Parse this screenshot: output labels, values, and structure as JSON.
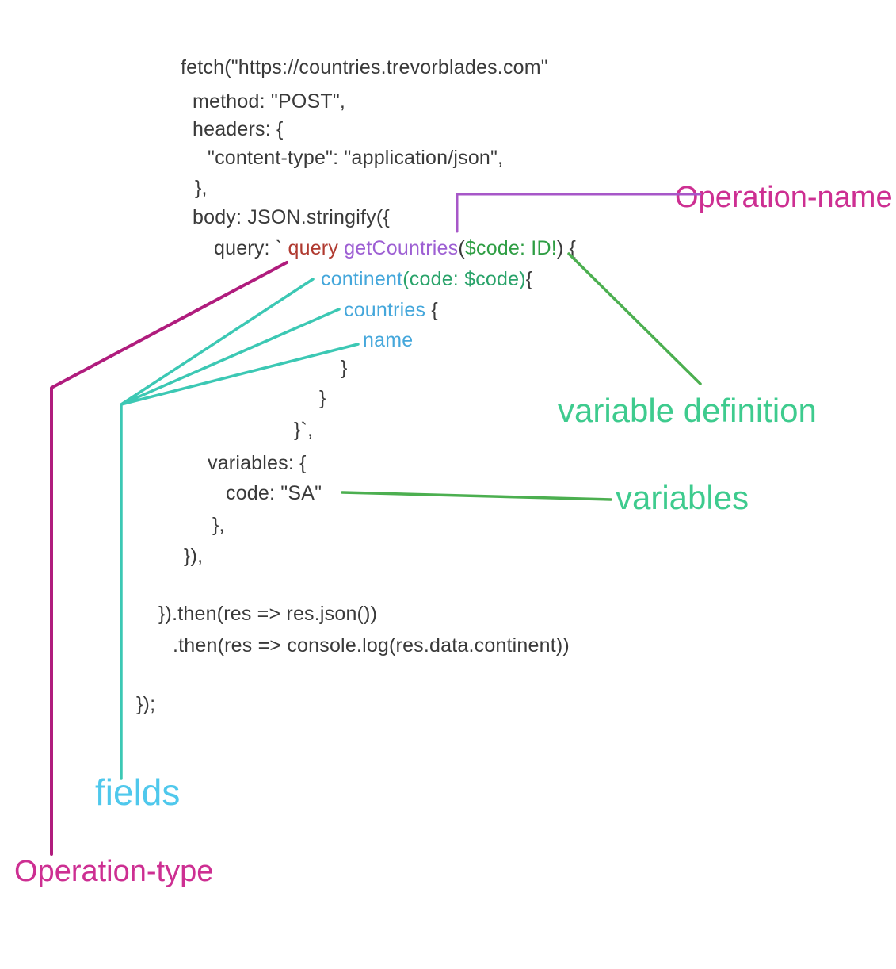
{
  "palette": {
    "code": "#3a3a3a",
    "keyword": "#b03a30",
    "opname": "#9d5fd3",
    "vardef": "#2f9e44",
    "argument": "#2aa36a",
    "field": "#45a7db",
    "label_magenta": "#cd2f92",
    "label_green": "#3ecb8e",
    "label_cyan": "#4fc8ec",
    "line_magenta": "#b01c7d",
    "line_teal": "#3cc8b4",
    "line_purple": "#a757c8",
    "line_green": "#4caf50"
  },
  "code": {
    "lines": [
      {
        "segments": [
          {
            "text": "fetch(\"https://countries.trevorblades.com\"",
            "color": "code"
          }
        ]
      },
      {
        "segments": [
          {
            "text": "method: \"POST\",",
            "color": "code"
          }
        ]
      },
      {
        "segments": [
          {
            "text": "headers: {",
            "color": "code"
          }
        ]
      },
      {
        "segments": [
          {
            "text": "\"content-type\": \"application/json\",",
            "color": "code"
          }
        ]
      },
      {
        "segments": [
          {
            "text": "},",
            "color": "code"
          }
        ]
      },
      {
        "segments": [
          {
            "text": "body: JSON.stringify({",
            "color": "code"
          }
        ]
      },
      {
        "segments": [
          {
            "text": "query: ` ",
            "color": "code"
          },
          {
            "text": "query",
            "color": "keyword"
          },
          {
            "text": " ",
            "color": "code"
          },
          {
            "text": "getCountries",
            "color": "opname"
          },
          {
            "text": "(",
            "color": "code"
          },
          {
            "text": "$code: ID!",
            "color": "vardef"
          },
          {
            "text": ") {",
            "color": "code"
          }
        ]
      },
      {
        "segments": [
          {
            "text": "continent",
            "color": "field"
          },
          {
            "text": "(code: $code)",
            "color": "argument"
          },
          {
            "text": "{",
            "color": "code"
          }
        ]
      },
      {
        "segments": [
          {
            "text": "countries ",
            "color": "field"
          },
          {
            "text": "{",
            "color": "code"
          }
        ]
      },
      {
        "segments": [
          {
            "text": "name",
            "color": "field"
          }
        ]
      },
      {
        "segments": [
          {
            "text": "}",
            "color": "code"
          }
        ]
      },
      {
        "segments": [
          {
            "text": "}",
            "color": "code"
          }
        ]
      },
      {
        "segments": [
          {
            "text": "}`,",
            "color": "code"
          }
        ]
      },
      {
        "segments": [
          {
            "text": "variables: {",
            "color": "code"
          }
        ]
      },
      {
        "segments": [
          {
            "text": "code: \"SA\"",
            "color": "code"
          }
        ]
      },
      {
        "segments": [
          {
            "text": "},",
            "color": "code"
          }
        ]
      },
      {
        "segments": [
          {
            "text": "}),",
            "color": "code"
          }
        ]
      },
      {
        "segments": [
          {
            "text": "}).then(res => res.json())",
            "color": "code"
          }
        ]
      },
      {
        "segments": [
          {
            "text": ".then(res => console.log(res.data.continent))",
            "color": "code"
          }
        ]
      },
      {
        "segments": [
          {
            "text": "});",
            "color": "code"
          }
        ]
      }
    ]
  },
  "annotations": {
    "operation_name": {
      "label": "Operation-name"
    },
    "variable_definition": {
      "label": "variable definition"
    },
    "variables": {
      "label": "variables"
    },
    "fields": {
      "label": "fields"
    },
    "operation_type": {
      "label": "Operation-type"
    }
  }
}
